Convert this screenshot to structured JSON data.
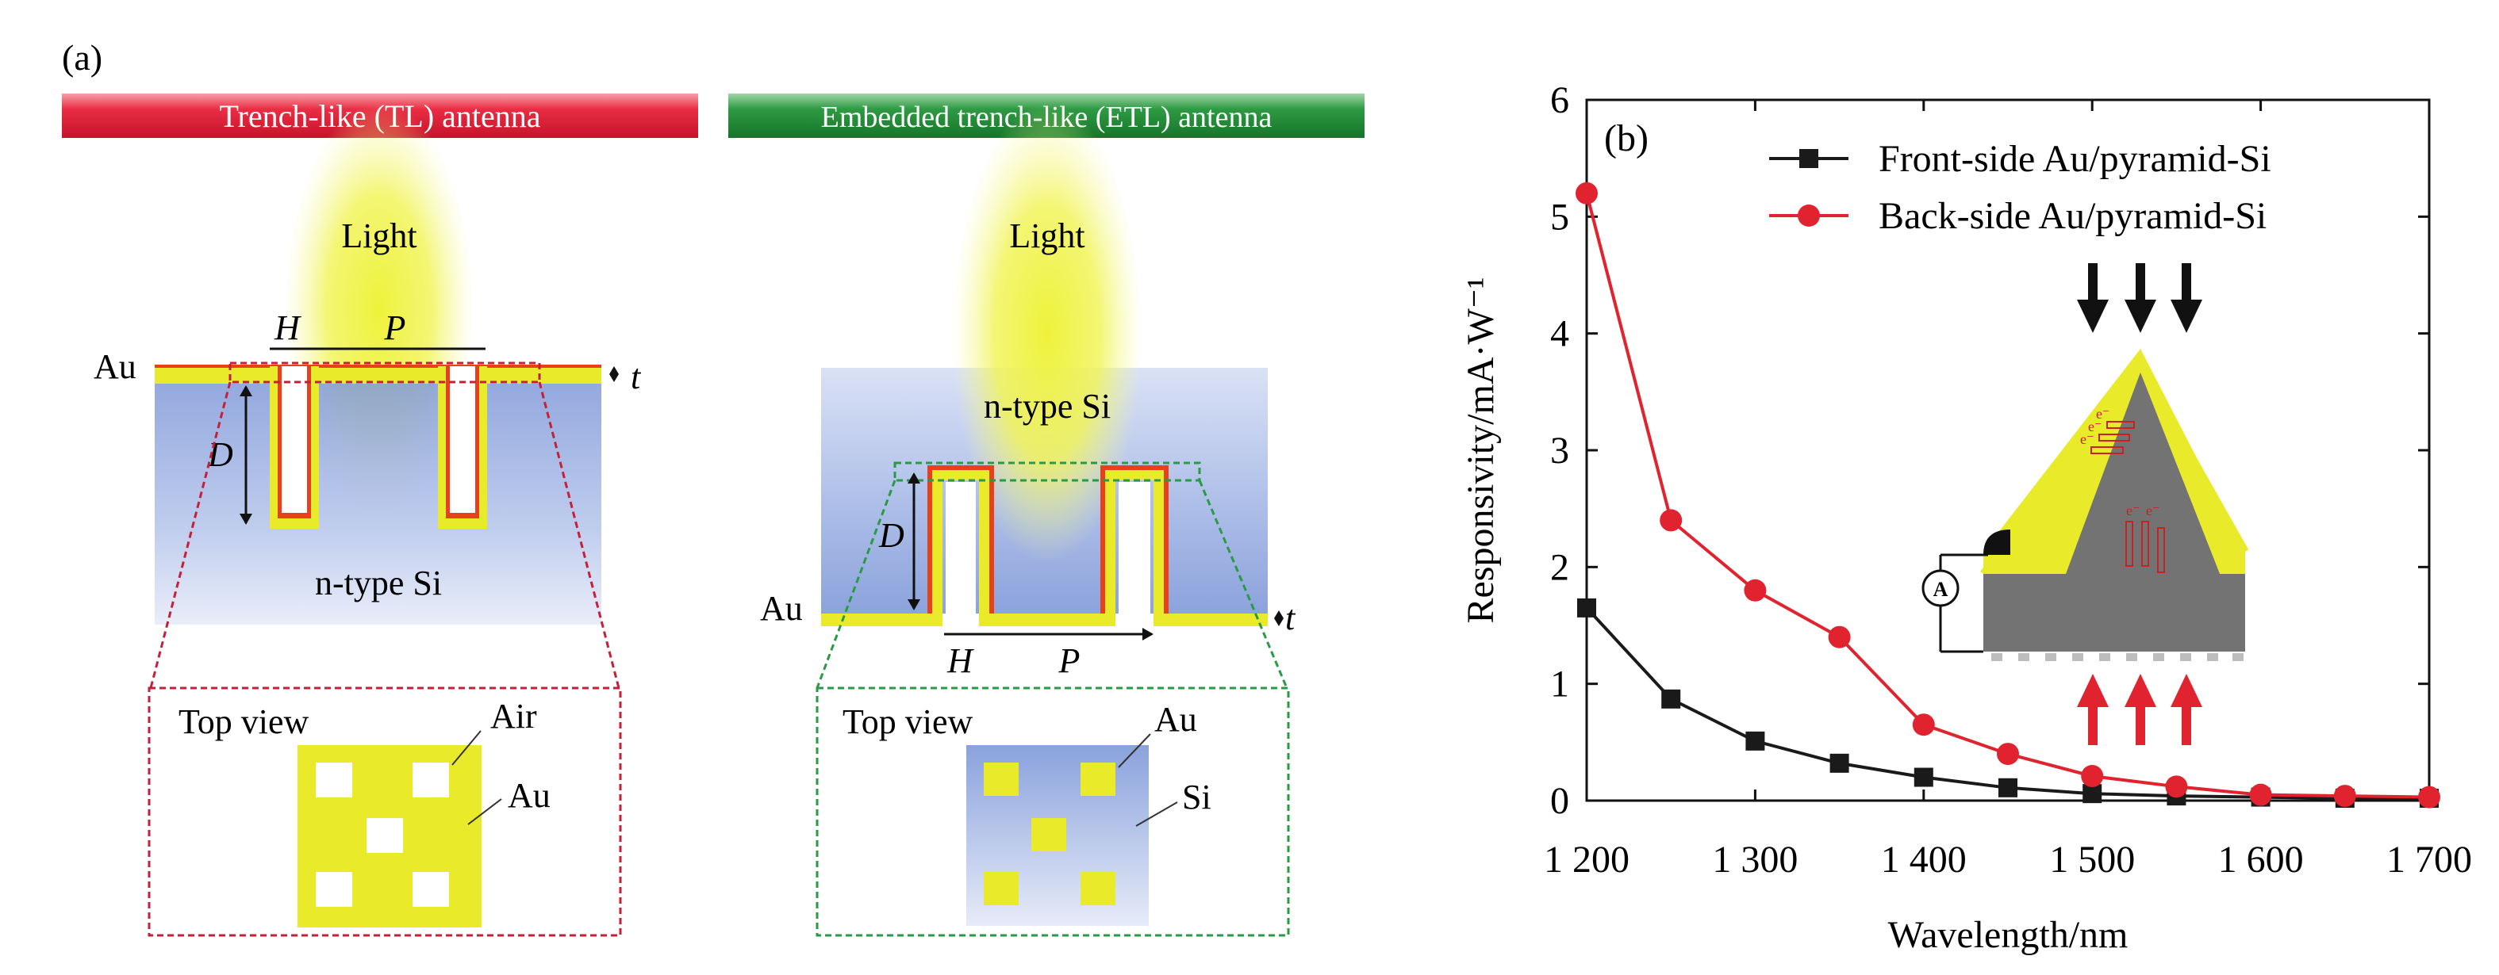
{
  "panel_a": {
    "label": "(a)",
    "tl": {
      "banner": "Trench-like (TL) antenna",
      "light": "Light",
      "au": "Au",
      "H": "H",
      "P": "P",
      "t": "t",
      "D": "D",
      "substrate": "n-type Si",
      "top_view": "Top view",
      "air": "Air",
      "au2": "Au"
    },
    "etl": {
      "banner": "Embedded trench-like (ETL) antenna",
      "light": "Light",
      "substrate": "n-type Si",
      "au": "Au",
      "D": "D",
      "H": "H",
      "P": "P",
      "t": "t",
      "top_view": "Top view",
      "au2": "Au",
      "si": "Si"
    },
    "colors": {
      "tl_banner": "#e8243b",
      "etl_banner": "#1e8a35",
      "gold": "#e8ea2a",
      "red_edge": "#e8401a",
      "si_blue": "#8fa7dc"
    }
  },
  "chart_data": {
    "type": "line",
    "label": "(b)",
    "xlabel": "Wavelength/nm",
    "ylabel": "Responsivity/mA·W⁻¹",
    "xlim": [
      1200,
      1700
    ],
    "ylim": [
      0,
      6
    ],
    "xticks": [
      1200,
      1300,
      1400,
      1500,
      1600,
      1700
    ],
    "xtick_labels": [
      "1 200",
      "1 300",
      "1 400",
      "1 500",
      "1 600",
      "1 700"
    ],
    "yticks": [
      0,
      1,
      2,
      3,
      4,
      5,
      6
    ],
    "ytick_labels": [
      "0",
      "1",
      "2",
      "3",
      "4",
      "5",
      "6"
    ],
    "legend_position": "top-right",
    "grid": false,
    "x": [
      1200,
      1250,
      1300,
      1350,
      1400,
      1450,
      1500,
      1550,
      1600,
      1650,
      1700
    ],
    "series": [
      {
        "name": "Front-side Au/pyramid-Si",
        "color": "#1a1a1a",
        "marker": "square",
        "values": [
          1.65,
          0.87,
          0.51,
          0.32,
          0.2,
          0.11,
          0.06,
          0.04,
          0.03,
          0.02,
          0.02
        ]
      },
      {
        "name": "Back-side Au/pyramid-Si",
        "color": "#e0232e",
        "marker": "circle",
        "values": [
          5.2,
          2.4,
          1.8,
          1.4,
          0.65,
          0.4,
          0.21,
          0.12,
          0.05,
          0.04,
          0.03
        ]
      }
    ],
    "inset": {
      "ammeter": "A",
      "electrons": "e⁻"
    }
  }
}
